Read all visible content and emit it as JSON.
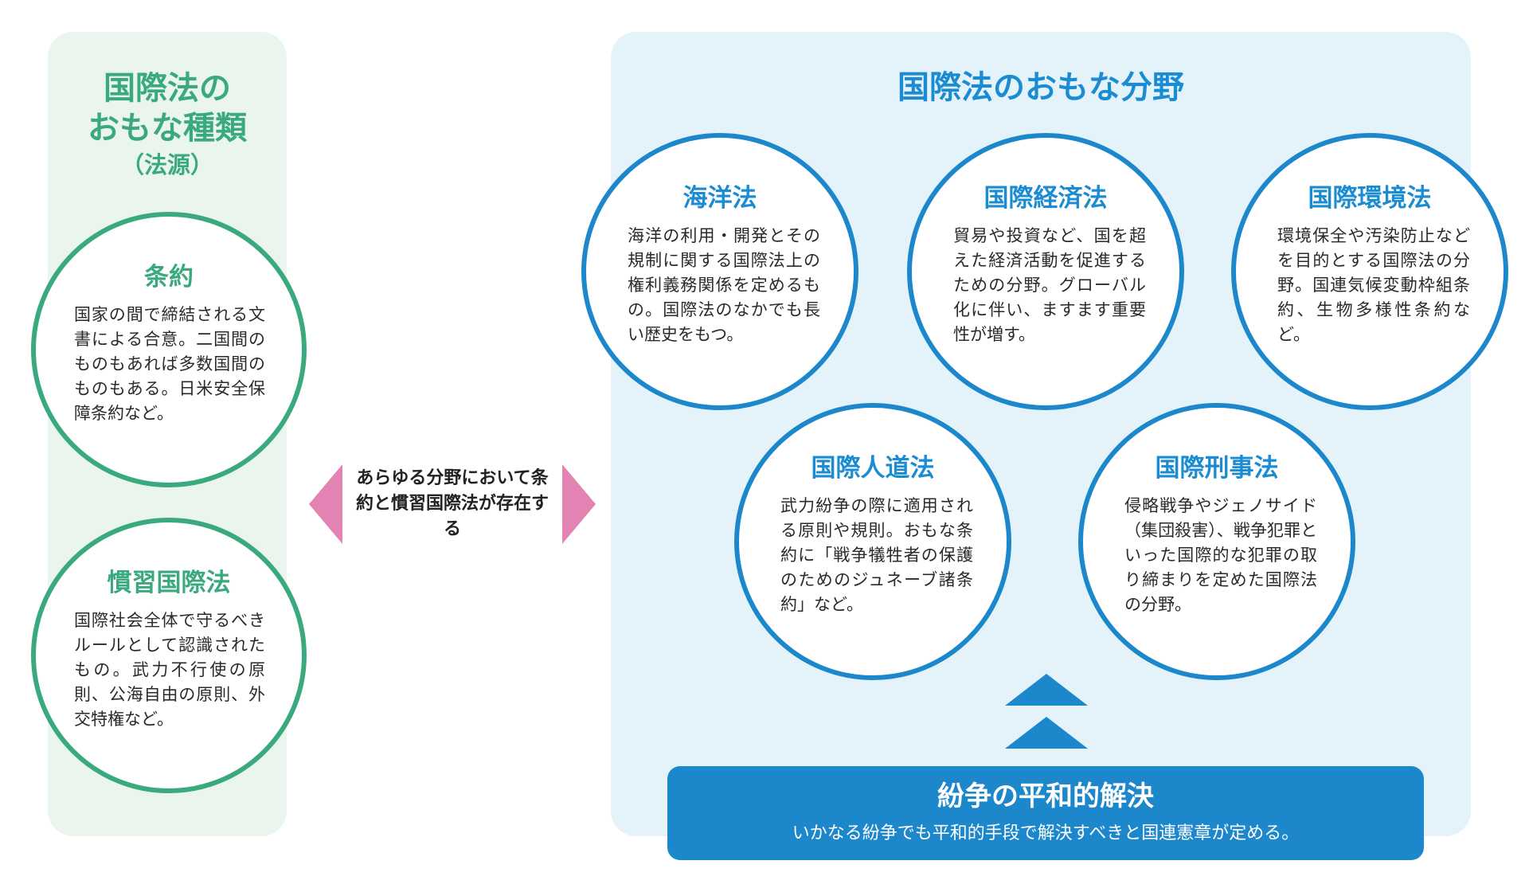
{
  "colors": {
    "green": "#3ba97e",
    "blue": "#1d87cc",
    "pink": "#e383b3",
    "left_panel_bg": "#eaf5ee",
    "right_panel_bg": "#e4f2fa"
  },
  "left": {
    "title_line1": "国際法の",
    "title_line2": "おもな種類",
    "title_sub": "（法源）",
    "items": [
      {
        "title": "条約",
        "body": "国家の間で締結される文書による合意。二国間のものもあれば多数国間のものもある。日米安全保障条約など。"
      },
      {
        "title": "慣習国際法",
        "body": "国際社会全体で守るべきルールとして認識されたもの。武力不行使の原則、公海自由の原則、外交特権など。"
      }
    ]
  },
  "middle": {
    "text": "あらゆる分野において条約と慣習国際法が存在する"
  },
  "right": {
    "title": "国際法のおもな分野",
    "fields": [
      {
        "title": "海洋法",
        "body": "海洋の利用・開発とその規制に関する国際法上の権利義務関係を定めるもの。国際法のなかでも長い歴史をもつ。"
      },
      {
        "title": "国際経済法",
        "body": "貿易や投資など、国を超えた経済活動を促進するための分野。グローバル化に伴い、ますます重要性が増す。"
      },
      {
        "title": "国際環境法",
        "body": "環境保全や汚染防止などを目的とする国際法の分野。国連気候変動枠組条約、生物多様性条約など。"
      },
      {
        "title": "国際人道法",
        "body": "武力紛争の際に適用される原則や規則。おもな条約に「戦争犠牲者の保護のためのジュネーブ諸条約」など。"
      },
      {
        "title": "国際刑事法",
        "body": "侵略戦争やジェノサイド（集団殺害）、戦争犯罪といった国際的な犯罪の取り締まりを定めた国際法の分野。"
      }
    ]
  },
  "resolution": {
    "title": "紛争の平和的解決",
    "subtitle": "いかなる紛争でも平和的手段で解決すべきと国連憲章が定める。"
  }
}
